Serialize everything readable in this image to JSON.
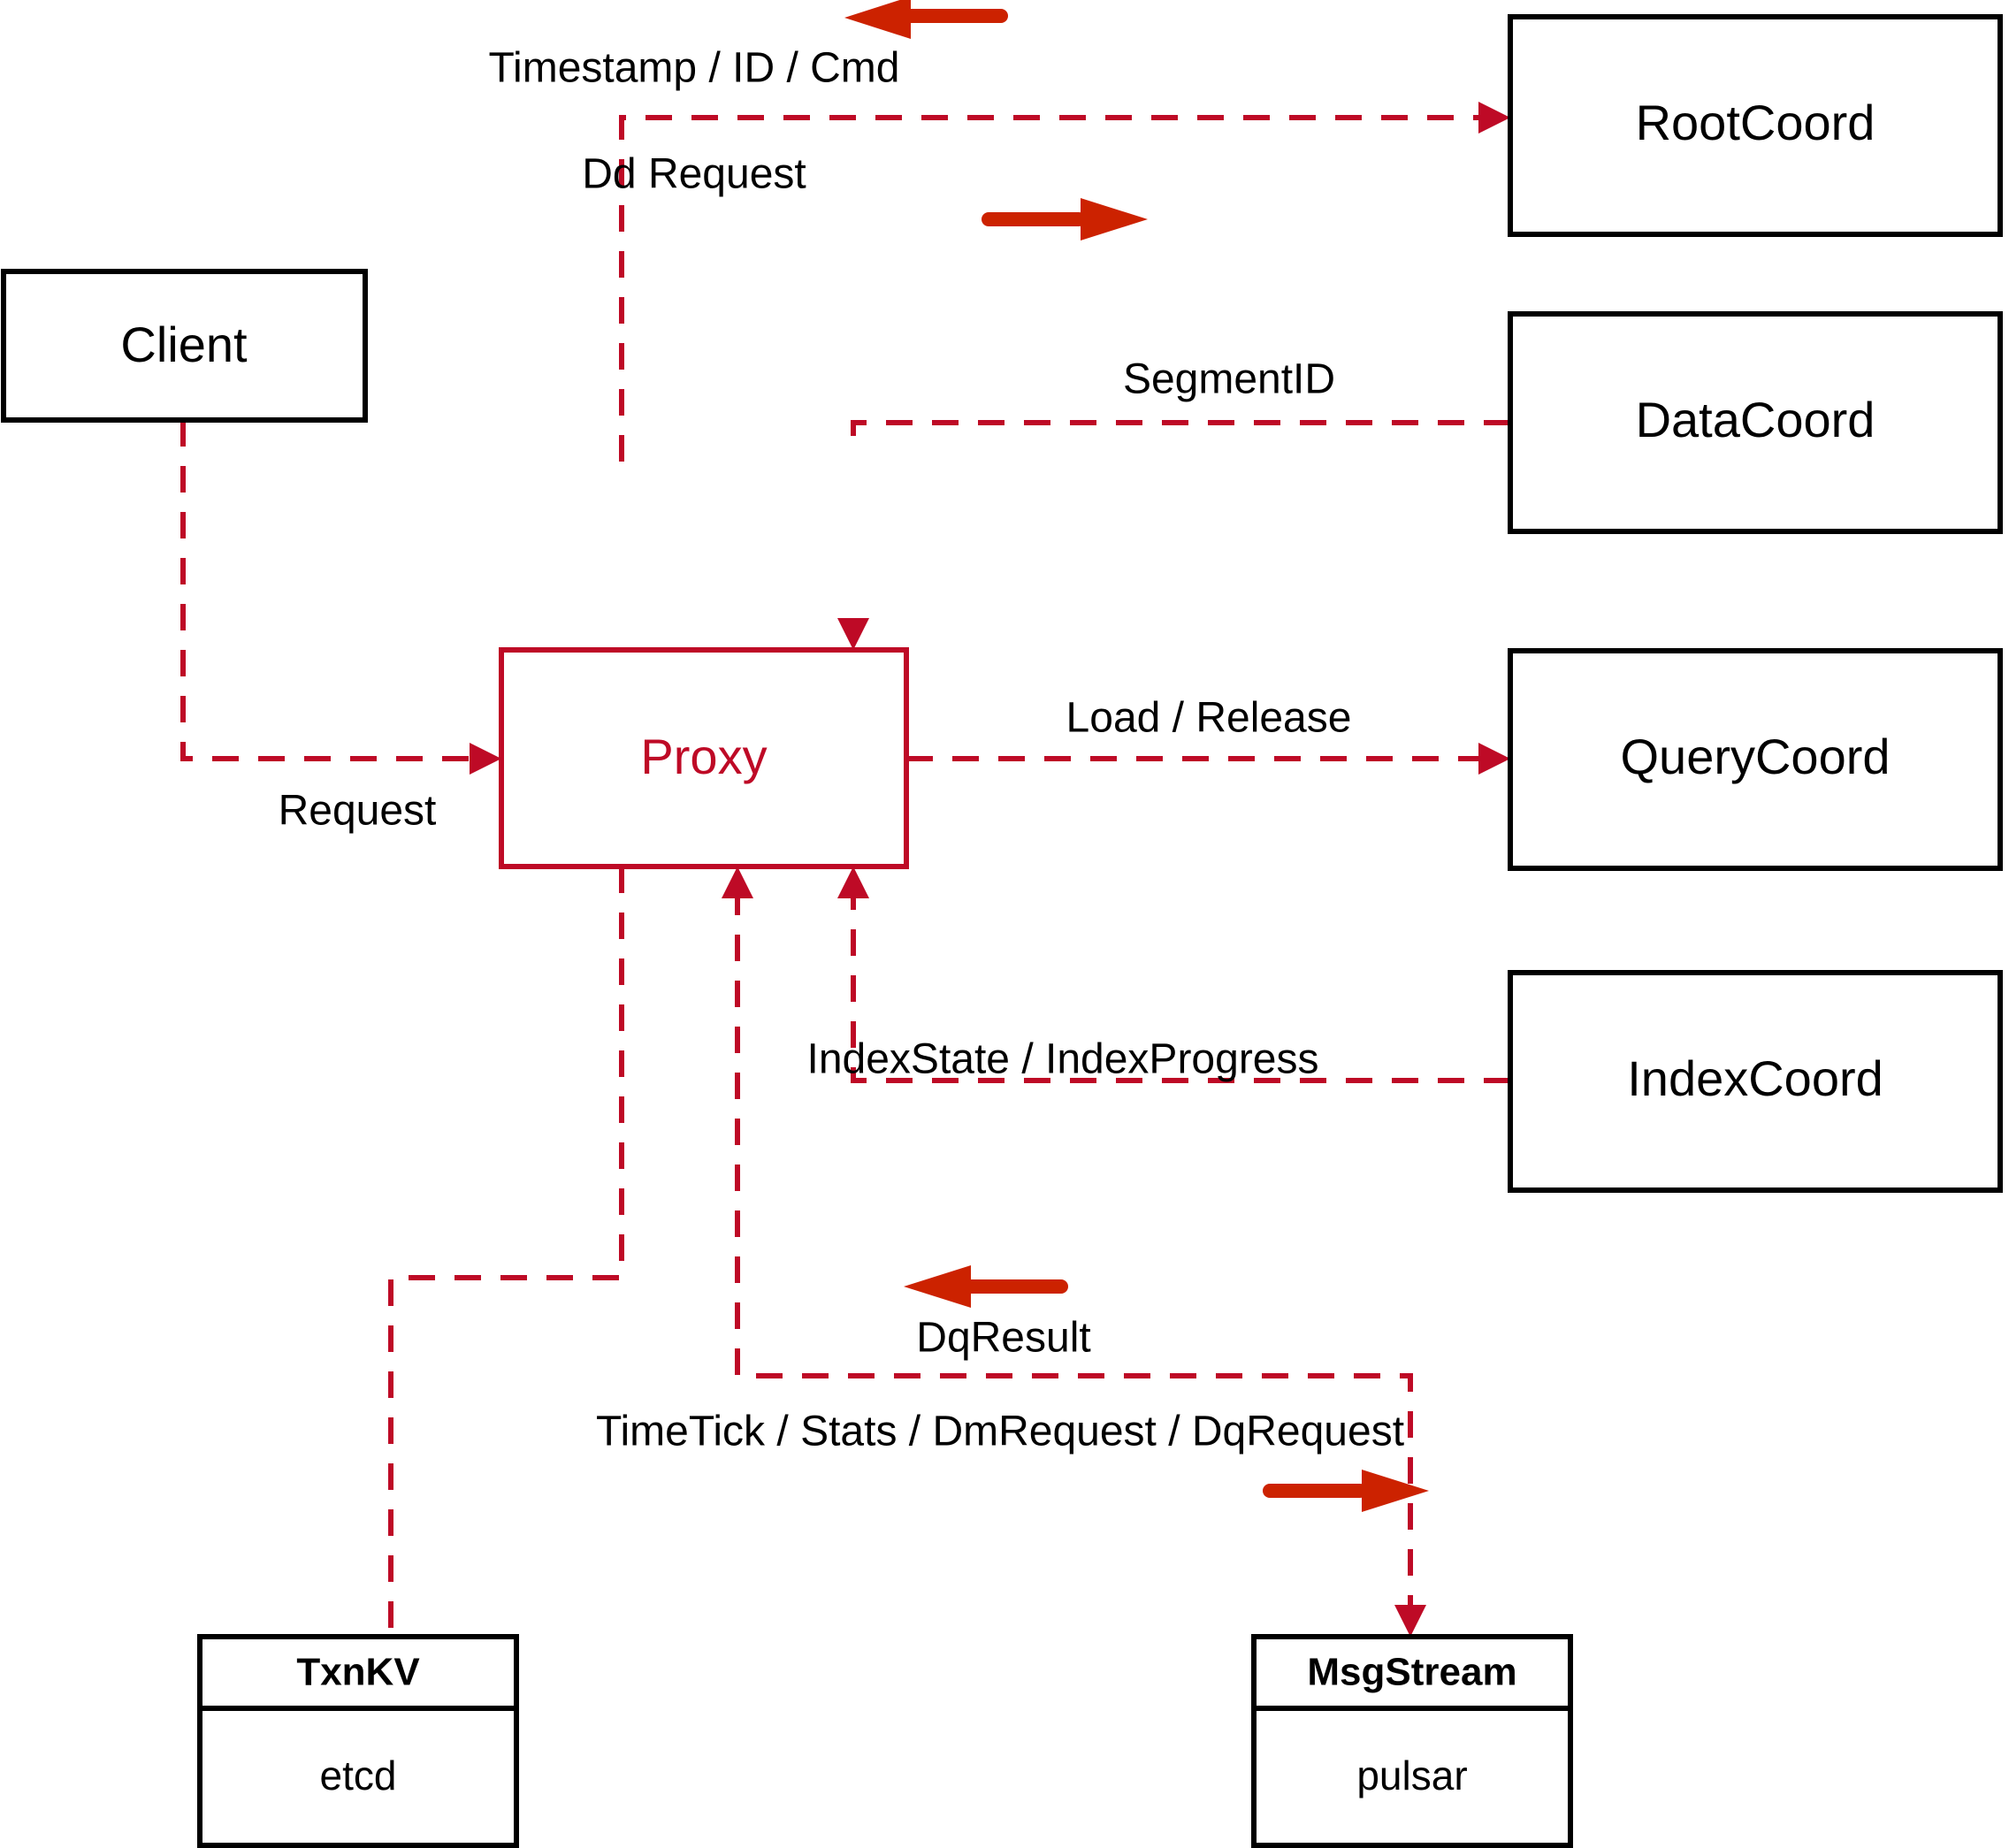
{
  "diagram": {
    "title": "Milvus Proxy Component Interaction Diagram",
    "colors": {
      "dashed_edge": "#BE0A26",
      "bold_arrow": "#CC2200",
      "box_stroke": "#000000",
      "proxy_stroke": "#BE0A26",
      "background": "#FFFFFF"
    },
    "nodes": {
      "client": {
        "label": "Client"
      },
      "proxy": {
        "label": "Proxy"
      },
      "root_coord": {
        "label": "RootCoord"
      },
      "data_coord": {
        "label": "DataCoord"
      },
      "query_coord": {
        "label": "QueryCoord"
      },
      "index_coord": {
        "label": "IndexCoord"
      },
      "txn_kv": {
        "label": "TxnKV",
        "sublabel": "etcd"
      },
      "msg_stream": {
        "label": "MsgStream",
        "sublabel": "pulsar"
      }
    },
    "edges": {
      "timestamp_id_cmd": {
        "label": "Timestamp / ID / Cmd"
      },
      "dd_request": {
        "label": "Dd Request"
      },
      "segment_id": {
        "label": "SegmentID"
      },
      "request": {
        "label": "Request"
      },
      "load_release": {
        "label": "Load / Release"
      },
      "index_state_progress": {
        "label": "IndexState / IndexProgress"
      },
      "dq_result": {
        "label": "DqResult"
      },
      "timetick_stats": {
        "label": "TimeTick / Stats / DmRequest / DqRequest"
      }
    }
  }
}
